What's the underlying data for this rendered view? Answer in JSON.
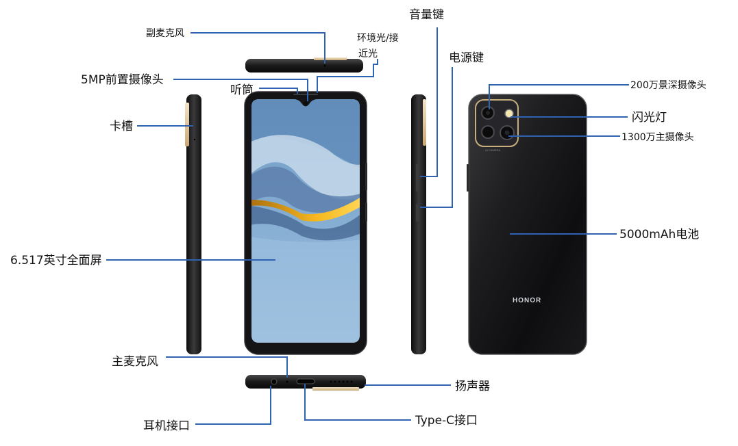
{
  "labels": {
    "secondary_mic": "副麦克风",
    "ambient_light": "环境光/接",
    "ambient_light_2": "近光",
    "volume_key": "音量键",
    "power_key": "电源键",
    "front_camera": "5MP前置摄像头",
    "earpiece": "听筒",
    "depth_camera": "200万景深摄像头",
    "flash": "闪光灯",
    "main_camera": "1300万主摄像头",
    "card_slot": "卡槽",
    "battery": "5000mAh电池",
    "display": "6.517英寸全面屏",
    "main_mic": "主麦克风",
    "speaker": "扬声器",
    "headphone_jack": "耳机接口",
    "usb_port": "Type-C接口"
  },
  "back": {
    "brand": "HONOR",
    "camera_text": "AI CAMERA"
  },
  "colors": {
    "leader_line": "#2f62b0",
    "phone_body": "#1c1c1e",
    "screen_blue": "#7fa6cc",
    "screen_gold": "#f2b21c"
  }
}
